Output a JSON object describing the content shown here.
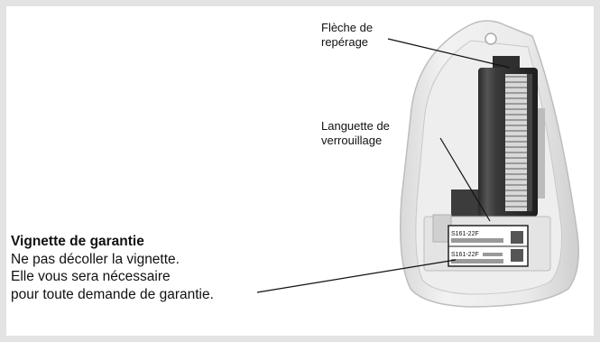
{
  "callouts": {
    "arrow_label": [
      "Flèche de",
      "repérage"
    ],
    "tab_label": [
      "Languette de",
      "verrouillage"
    ]
  },
  "warranty": {
    "title": "Vignette de garantie",
    "lines": [
      "Ne pas décoller la vignette.",
      "Elle vous sera nécessaire",
      "pour toute demande de garantie."
    ]
  },
  "sticker": {
    "codes": [
      "S161-22F",
      "S161-22F"
    ]
  },
  "colors": {
    "background": "#e3e3e3",
    "panel": "#ffffff",
    "text": "#111111"
  }
}
